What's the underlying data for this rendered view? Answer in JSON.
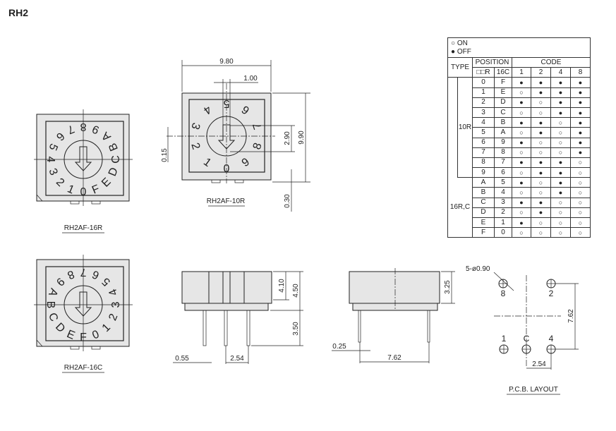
{
  "title": "RH2",
  "drawings": {
    "r16": {
      "label": "RH2AF-16R",
      "dial": [
        "0",
        "1",
        "2",
        "3",
        "4",
        "5",
        "6",
        "7",
        "8",
        "9",
        "A",
        "B",
        "C",
        "D",
        "E",
        "F"
      ]
    },
    "c16": {
      "label": "RH2AF-16C",
      "dial": [
        "F",
        "E",
        "D",
        "C",
        "B",
        "A",
        "9",
        "8",
        "7",
        "6",
        "5",
        "4",
        "3",
        "2",
        "1",
        "0"
      ]
    },
    "r10": {
      "label": "RH2AF-10R",
      "dial": [
        "0",
        "1",
        "2",
        "3",
        "4",
        "5",
        "6",
        "7",
        "8",
        "9"
      ],
      "dims": {
        "width": "9.80",
        "slot": "1.00",
        "height": "9.90",
        "dial": "2.90",
        "offset": "0.15",
        "standoff": "0.30"
      }
    },
    "side1": {
      "dims": {
        "h1": "4.10",
        "h2": "4.50",
        "pin": "3.50",
        "pin_w": "0.55",
        "pitch": "2.54"
      }
    },
    "side2": {
      "dims": {
        "h": "3.25",
        "pin_t": "0.25",
        "span": "7.62"
      }
    },
    "pcb": {
      "label": "P.C.B. LAYOUT",
      "hole": "5-ø0.90",
      "pins": [
        "8",
        "2",
        "1",
        "C",
        "4"
      ],
      "span": "7.62",
      "pitch": "2.54"
    }
  },
  "table": {
    "legend_on": "○ ON",
    "legend_off": "● OFF",
    "type_header": "TYPE",
    "position_header": "POSITION",
    "code_header": "CODE",
    "pos_cols": [
      "□□R",
      "16C"
    ],
    "code_cols": [
      "1",
      "2",
      "4",
      "8"
    ],
    "type_10r": "10R",
    "type_16": "16R,C",
    "on_symbol": "○",
    "off_symbol": "●",
    "rows": [
      {
        "r": "0",
        "c": "F",
        "code": [
          "●",
          "●",
          "●",
          "●"
        ]
      },
      {
        "r": "1",
        "c": "E",
        "code": [
          "○",
          "●",
          "●",
          "●"
        ]
      },
      {
        "r": "2",
        "c": "D",
        "code": [
          "●",
          "○",
          "●",
          "●"
        ]
      },
      {
        "r": "3",
        "c": "C",
        "code": [
          "○",
          "○",
          "●",
          "●"
        ]
      },
      {
        "r": "4",
        "c": "B",
        "code": [
          "●",
          "●",
          "○",
          "●"
        ]
      },
      {
        "r": "5",
        "c": "A",
        "code": [
          "○",
          "●",
          "○",
          "●"
        ]
      },
      {
        "r": "6",
        "c": "9",
        "code": [
          "●",
          "○",
          "○",
          "●"
        ]
      },
      {
        "r": "7",
        "c": "8",
        "code": [
          "○",
          "○",
          "○",
          "●"
        ]
      },
      {
        "r": "8",
        "c": "7",
        "code": [
          "●",
          "●",
          "●",
          "○"
        ]
      },
      {
        "r": "9",
        "c": "6",
        "code": [
          "○",
          "●",
          "●",
          "○"
        ]
      },
      {
        "r": "A",
        "c": "5",
        "code": [
          "●",
          "○",
          "●",
          "○"
        ]
      },
      {
        "r": "B",
        "c": "4",
        "code": [
          "○",
          "○",
          "●",
          "○"
        ]
      },
      {
        "r": "C",
        "c": "3",
        "code": [
          "●",
          "●",
          "○",
          "○"
        ]
      },
      {
        "r": "D",
        "c": "2",
        "code": [
          "○",
          "●",
          "○",
          "○"
        ]
      },
      {
        "r": "E",
        "c": "1",
        "code": [
          "●",
          "○",
          "○",
          "○"
        ]
      },
      {
        "r": "F",
        "c": "0",
        "code": [
          "○",
          "○",
          "○",
          "○"
        ]
      }
    ]
  }
}
